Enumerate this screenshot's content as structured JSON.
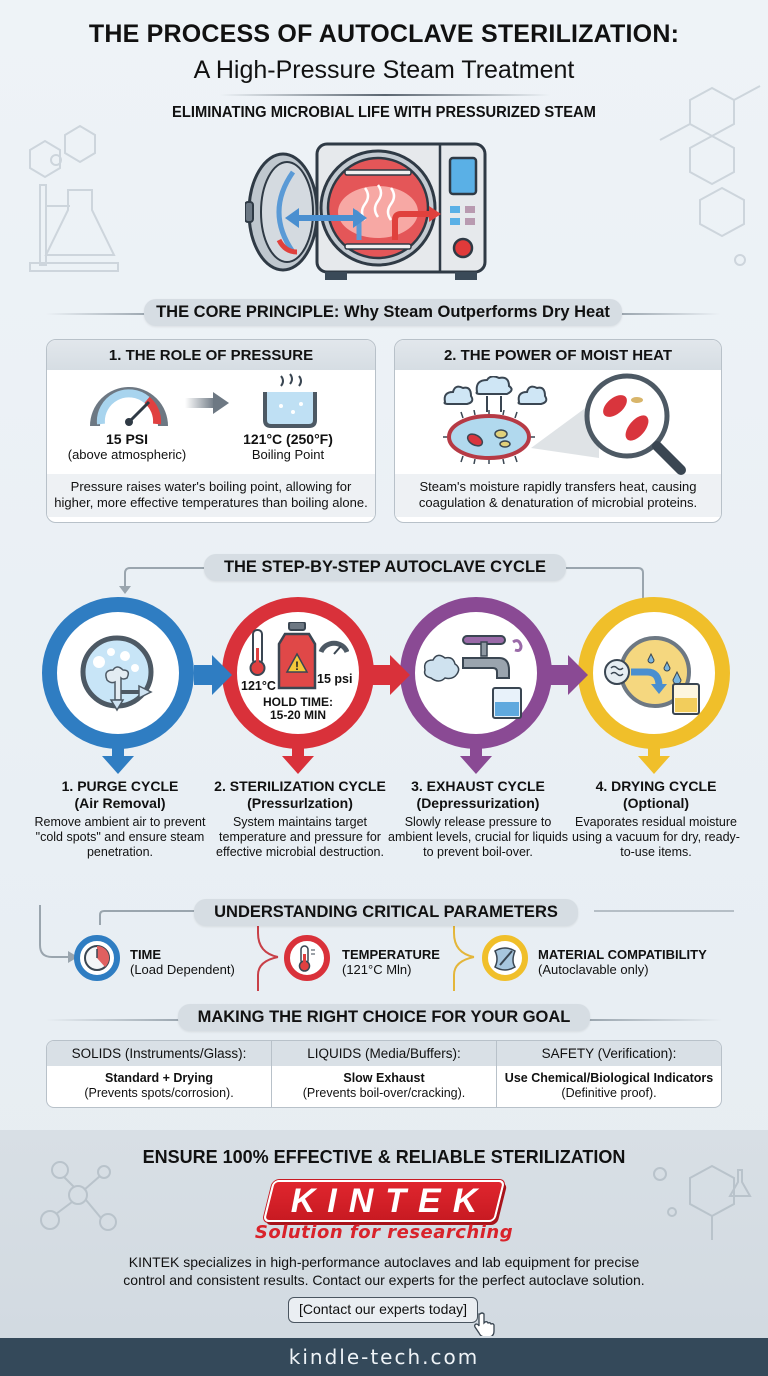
{
  "header": {
    "title_line1": "THE PROCESS OF AUTOCLAVE STERILIZATION:",
    "title_line2": "A High-Pressure Steam Treatment",
    "subtitle": "ELIMINATING MICROBIAL LIFE WITH PRESSURIZED STEAM",
    "hero_icon": "autoclave-icon"
  },
  "core_principle": {
    "heading": "THE CORE PRINCIPLE: Why Steam Outperforms Dry Heat",
    "cards": [
      {
        "title": "1. THE ROLE OF PRESSURE",
        "left_value": "15 PSI",
        "left_caption": "(above atmospheric)",
        "right_value": "121°C (250°F)",
        "right_caption": "Boiling Point",
        "description_line1": "Pressure raises water's boiling point, allowing for",
        "description_line2": "higher, more effective temperatures than boiling alone.",
        "icons": [
          "pressure-gauge-icon",
          "arrow-right-icon",
          "boiling-pot-icon"
        ]
      },
      {
        "title": "2. THE POWER OF MOIST HEAT",
        "description_line1": "Steam's moisture rapidly transfers heat, causing",
        "description_line2": "coagulation & denaturation of microbial proteins.",
        "icons": [
          "steam-cloud-icon",
          "bacterium-icon",
          "magnifier-icon"
        ]
      }
    ]
  },
  "cycle": {
    "heading": "THE STEP-BY-STEP AUTOCLAVE CYCLE",
    "steps": [
      {
        "title": "1. PURGE CYCLE",
        "subtitle": "(Air Removal)",
        "desc": "Remove ambient air to prevent \"cold spots\" and ensure steam penetration.",
        "color": "#2f7dc2",
        "icon": "air-purge-icon"
      },
      {
        "title": "2. STERILIZATION CYCLE",
        "subtitle": "(Pressurlzation)",
        "desc": "System maintains target temperature and pressure for effective microbial destruction.",
        "color": "#d9313a",
        "icon": "bottle-warning-icon",
        "temp": "121°C",
        "pressure": "15 psi",
        "hold_label": "HOLD TIME:",
        "hold_value": "15-20 MIN"
      },
      {
        "title": "3. EXHAUST CYCLE",
        "subtitle": "(Depressurization)",
        "desc": "Slowly release pressure to ambient levels, crucial for liquids to prevent boil-over.",
        "color": "#8a4a94",
        "icon": "faucet-steam-icon"
      },
      {
        "title": "4. DRYING CYCLE",
        "subtitle": "(Optional)",
        "desc": "Evaporates residual moisture using a vacuum for dry, ready-to-use items.",
        "color": "#f0bf2a",
        "icon": "drying-icon"
      }
    ]
  },
  "parameters": {
    "heading": "UNDERSTANDING CRITICAL PARAMETERS",
    "items": [
      {
        "label": "TIME",
        "sub": "(Load Dependent)",
        "color": "#2f7dc2",
        "icon": "clock-icon"
      },
      {
        "label": "TEMPERATURE",
        "sub": "(121°C Mln)",
        "color": "#d9313a",
        "icon": "thermometer-icon"
      },
      {
        "label": "MATERIAL COMPATIBILITY",
        "sub": "(Autoclavable only)",
        "color": "#f0bf2a",
        "icon": "material-pouch-icon"
      }
    ]
  },
  "choices": {
    "heading": "MAKING THE RIGHT CHOICE FOR YOUR GOAL",
    "columns": [
      {
        "header": "SOLIDS (Instruments/Glass):",
        "main": "Standard + Drying",
        "note": "(Prevents spots/corrosion)."
      },
      {
        "header": "LIQUIDS (Media/Buffers):",
        "main": "Slow Exhaust",
        "note": "(Prevents boil-over/cracking)."
      },
      {
        "header": "SAFETY (Verification):",
        "main": "Use Chemical/Biological Indicators",
        "note": "(Definitive proof)."
      }
    ]
  },
  "cta": {
    "heading": "ENSURE 100% EFFECTIVE & RELIABLE STERILIZATION",
    "brand": "KINTEK",
    "tagline": "Solution for researching",
    "body_line1": "KINTEK specializes in high-performance autoclaves and lab equipment for precise",
    "body_line2": "control and consistent results. Contact our experts for the perfect autoclave solution.",
    "button_label": "[Contact our experts today]"
  },
  "footer": {
    "url": "kindle-tech.com"
  },
  "colors": {
    "blue": "#2f7dc2",
    "red": "#d9313a",
    "purple": "#8a4a94",
    "yellow": "#f0bf2a",
    "footer_bg": "#34495a",
    "brand_red": "#d9232b"
  }
}
